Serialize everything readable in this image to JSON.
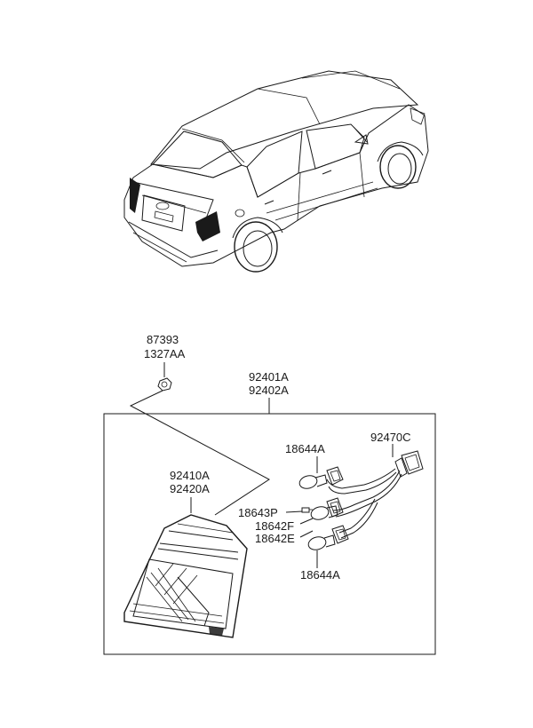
{
  "labels": {
    "bolt_top": "87393",
    "bolt_bottom": "1327AA",
    "assembly_top": "92401A",
    "assembly_bottom": "92402A",
    "lens_top": "92410A",
    "lens_bottom": "92420A",
    "bulb_upper": "18644A",
    "bulb_lower": "18644A",
    "harness": "92470C",
    "small_bulb": "18643P",
    "socket_f": "18642F",
    "socket_e": "18642E"
  }
}
